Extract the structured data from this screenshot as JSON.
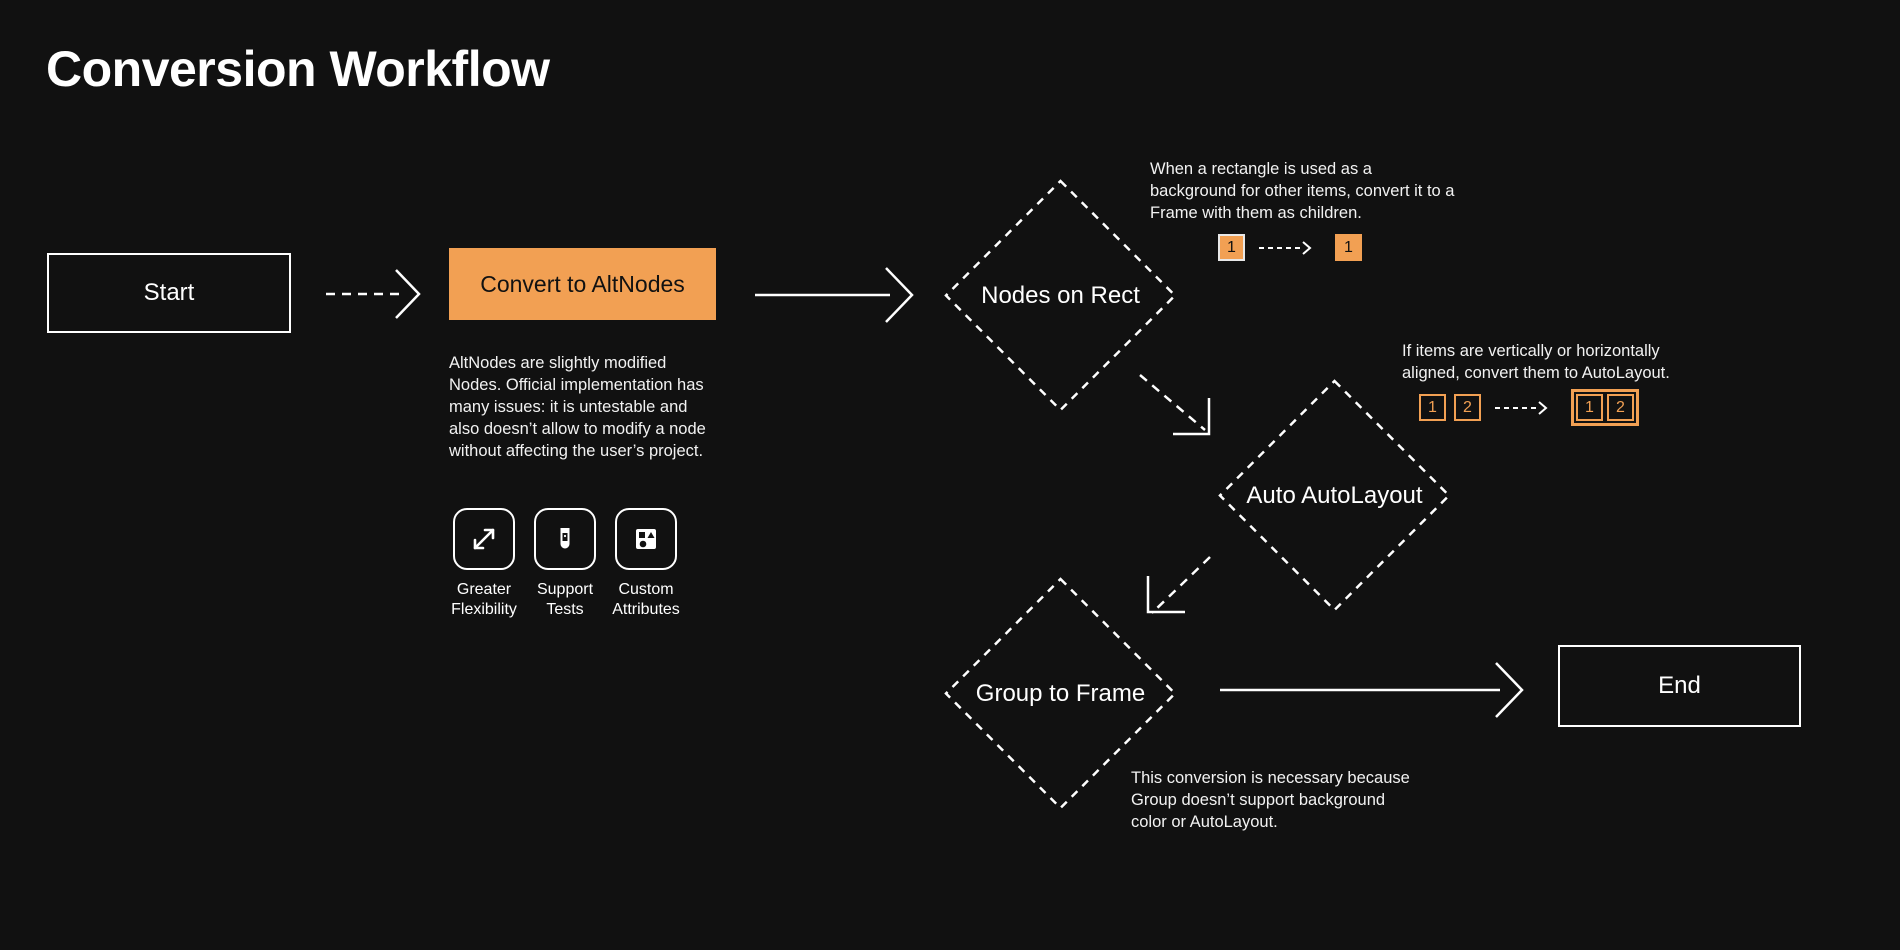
{
  "page": {
    "title": "Conversion Workflow",
    "background_color": "#111111",
    "accent_color": "#F2A053",
    "text_color": "#FFFFFF"
  },
  "nodes": {
    "start": {
      "label": "Start",
      "shape": "rectangle"
    },
    "convert": {
      "label": "Convert to AltNodes",
      "shape": "rectangle",
      "fill": "#F2A053"
    },
    "nodes_on_rect": {
      "label": "Nodes on Rect",
      "shape": "diamond"
    },
    "auto_autolayout": {
      "label": "Auto AutoLayout",
      "shape": "diamond"
    },
    "group_to_frame": {
      "label": "Group to Frame",
      "shape": "diamond"
    },
    "end": {
      "label": "End",
      "shape": "rectangle"
    }
  },
  "notes": {
    "altnodes": "AltNodes are slightly modified Nodes. Official implementation has many issues: it is untestable and also doesn’t allow to modify a node without affecting the user’s project.",
    "nodes_on_rect": "When a rectangle is used as a background for other items, convert it to a Frame with them as children.",
    "auto_autolayout": "If items are vertically or horizontally aligned, convert them to AutoLayout.",
    "group_to_frame": "This conversion is necessary because Group doesn’t support background color or AutoLayout."
  },
  "features": [
    {
      "icon": "expand-arrows-icon",
      "label": "Greater\nFlexibility",
      "line1": "Greater",
      "line2": "Flexibility"
    },
    {
      "icon": "test-tube-icon",
      "label": "Support\nTests",
      "line1": "Support",
      "line2": "Tests"
    },
    {
      "icon": "shapes-icon",
      "label": "Custom\nAttributes",
      "line1": "Custom",
      "line2": "Attributes"
    }
  ],
  "badge_illustrations": {
    "nodes_on_rect": {
      "before": [
        "1"
      ],
      "after": [
        "1"
      ],
      "arrow": "dashed-arrow-right"
    },
    "auto_autolayout": {
      "before": [
        "1",
        "2"
      ],
      "after": [
        "1",
        "2"
      ],
      "arrow": "dashed-arrow-right"
    }
  },
  "connectors": [
    {
      "from": "start",
      "to": "convert",
      "style": "dashed"
    },
    {
      "from": "convert",
      "to": "nodes_on_rect",
      "style": "solid"
    },
    {
      "from": "nodes_on_rect",
      "to": "auto_autolayout",
      "style": "dashed"
    },
    {
      "from": "auto_autolayout",
      "to": "group_to_frame",
      "style": "dashed"
    },
    {
      "from": "group_to_frame",
      "to": "end",
      "style": "solid"
    }
  ]
}
